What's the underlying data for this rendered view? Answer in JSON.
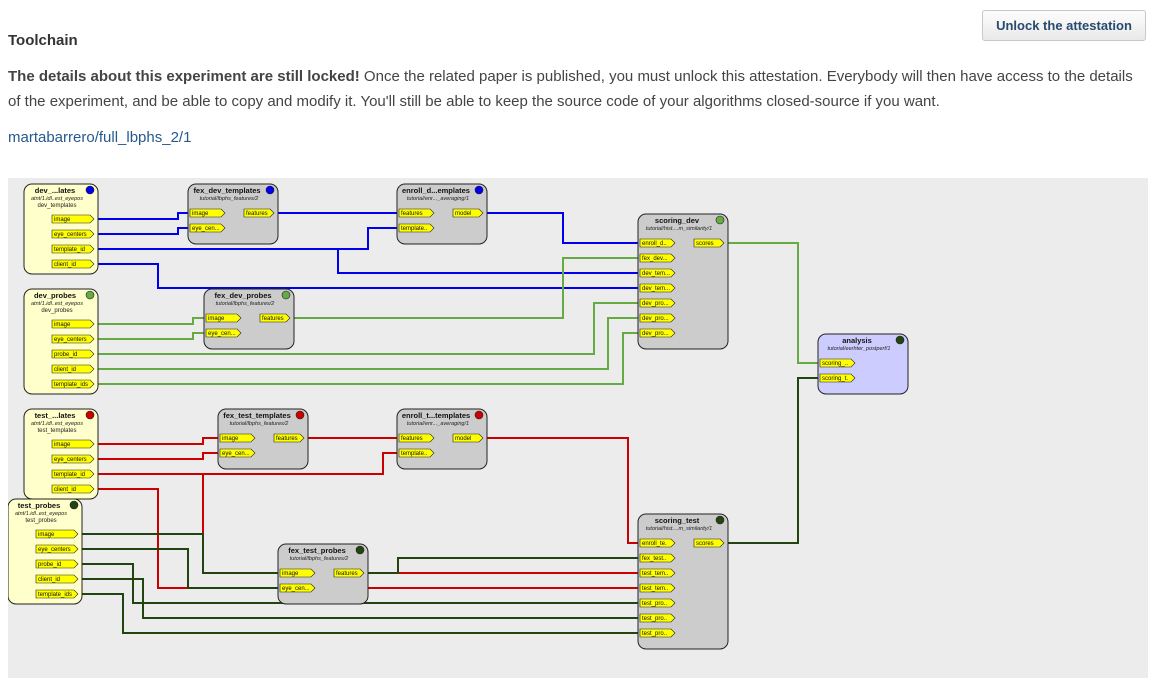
{
  "header": {
    "title": "Toolchain",
    "unlock_button": "Unlock the attestation"
  },
  "notice": {
    "bold": "The details about this experiment are still locked!",
    "text": " Once the related paper is published, you must unlock this attestation. Everybody will then have access to the details of the experiment, and be able to copy and modify it. You'll still be able to keep the source code of your algorithms closed-source if you want."
  },
  "experiment_link": "martabarrero/full_lbphs_2/1",
  "colors": {
    "dev_templates": "#0000ee",
    "dev_probes": "#66aa44",
    "test_templates": "#cc0000",
    "test_probes": "#224411",
    "dataset_block_fill": "#ffffcc",
    "algorithm_block_fill": "#cccccc",
    "analyzer_block_fill": "#ccccff",
    "port_fill": "#ffff00"
  },
  "blocks": [
    {
      "id": "dev_templates_ds",
      "title": "dev_...lates",
      "sub1": "atnt/1.idl..est_eyepos",
      "sub2": "dev_templates",
      "status": "#0000ee",
      "inputs": [],
      "outputs": [
        "image",
        "eye_centers",
        "template_id",
        "client_id"
      ]
    },
    {
      "id": "dev_probes_ds",
      "title": "dev_probes",
      "sub1": "atnt/1.idl..est_eyepos",
      "sub2": "dev_probes",
      "status": "#66aa44",
      "inputs": [],
      "outputs": [
        "image",
        "eye_centers",
        "probe_id",
        "client_id",
        "template_ids"
      ]
    },
    {
      "id": "test_templates_ds",
      "title": "test_...lates",
      "sub1": "atnt/1.idl..est_eyepos",
      "sub2": "test_templates",
      "status": "#cc0000",
      "inputs": [],
      "outputs": [
        "image",
        "eye_centers",
        "template_id",
        "client_id"
      ]
    },
    {
      "id": "test_probes_ds",
      "title": "test_probes",
      "sub1": "atnt/1.idl..est_eyepos",
      "sub2": "test_probes",
      "status": "#224411",
      "inputs": [],
      "outputs": [
        "image",
        "eye_centers",
        "probe_id",
        "client_id",
        "template_ids"
      ]
    },
    {
      "id": "fex_dev_templates",
      "title": "fex_dev_templates",
      "sub1": "tutorial/lbphs_features/2",
      "sub2": "",
      "status": "#0000ee",
      "inputs": [
        "image",
        "eye_cen..."
      ],
      "outputs": [
        "features"
      ]
    },
    {
      "id": "fex_dev_probes",
      "title": "fex_dev_probes",
      "sub1": "tutorial/lbphs_features/2",
      "sub2": "",
      "status": "#66aa44",
      "inputs": [
        "image",
        "eye_cen..."
      ],
      "outputs": [
        "features"
      ]
    },
    {
      "id": "fex_test_templates",
      "title": "fex_test_templates",
      "sub1": "tutorial/lbphs_features/2",
      "sub2": "",
      "status": "#cc0000",
      "inputs": [
        "image",
        "eye_cen..."
      ],
      "outputs": [
        "features"
      ]
    },
    {
      "id": "fex_test_probes",
      "title": "fex_test_probes",
      "sub1": "tutorial/lbphs_features/2",
      "sub2": "",
      "status": "#224411",
      "inputs": [
        "image",
        "eye_cen..."
      ],
      "outputs": [
        "features"
      ]
    },
    {
      "id": "enroll_dev",
      "title": "enroll_d...emplates",
      "sub1": "tutorial/enr..._averaging/1",
      "sub2": "",
      "status": "#0000ee",
      "inputs": [
        "features",
        "template..."
      ],
      "outputs": [
        "model"
      ]
    },
    {
      "id": "enroll_test",
      "title": "enroll_t...templates",
      "sub1": "tutorial/enr..._averaging/1",
      "sub2": "",
      "status": "#cc0000",
      "inputs": [
        "features",
        "template..."
      ],
      "outputs": [
        "model"
      ]
    },
    {
      "id": "scoring_dev",
      "title": "scoring_dev",
      "sub1": "tutorial/hist....m_similarity/1",
      "sub2": "",
      "status": "#66aa44",
      "inputs": [
        "enroll_d...",
        "fex_dev...",
        "dev_tem...",
        "dev_tem...",
        "dev_pro...",
        "dev_pro...",
        "dev_pro..."
      ],
      "outputs": [
        "scores"
      ]
    },
    {
      "id": "scoring_test",
      "title": "scoring_test",
      "sub1": "tutorial/hist....m_similarity/1",
      "sub2": "",
      "status": "#224411",
      "inputs": [
        "enroll_te...",
        "fex_test...",
        "test_tem...",
        "test_tem...",
        "test_pro...",
        "test_pro...",
        "test_pro..."
      ],
      "outputs": [
        "scores"
      ]
    },
    {
      "id": "analysis",
      "title": "analysis",
      "sub1": "tutorial/eerhter_postperf/1",
      "sub2": "",
      "status": "#224411",
      "inputs": [
        "scoring_...",
        "scoring_t..."
      ],
      "outputs": []
    }
  ]
}
